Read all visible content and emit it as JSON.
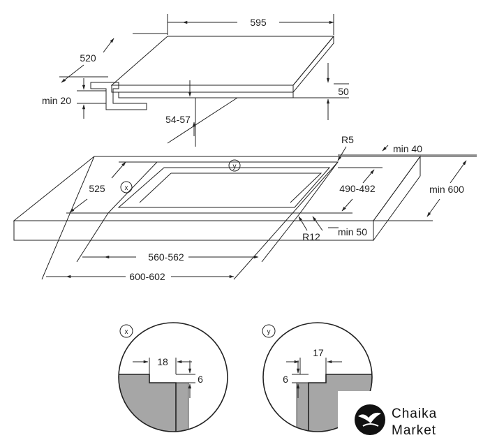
{
  "hob": {
    "width": "595",
    "depth": "520",
    "height": "50",
    "cutout_depth": "54-57",
    "min_bottom": "min 20"
  },
  "worktop": {
    "corner_radius_small": "R5",
    "min_back": "min 40",
    "cutout_depth_range": "525",
    "cutout_y_range": "490-492",
    "min_depth": "min 600",
    "corner_radius_large": "R12",
    "min_front": "min 50",
    "cutout_width": "560-562",
    "overall_width": "600-602",
    "detail_x_ref": "x",
    "detail_y_ref": "y"
  },
  "detail_x": {
    "ref": "x",
    "width": "18",
    "depth": "6"
  },
  "detail_y": {
    "ref": "y",
    "width": "17",
    "depth": "6"
  },
  "logo": {
    "line1": "Chaika",
    "line2": "Market",
    "accent": "#111111"
  },
  "colors": {
    "fill_gray": "#a6a6a6",
    "line": "#222222"
  }
}
